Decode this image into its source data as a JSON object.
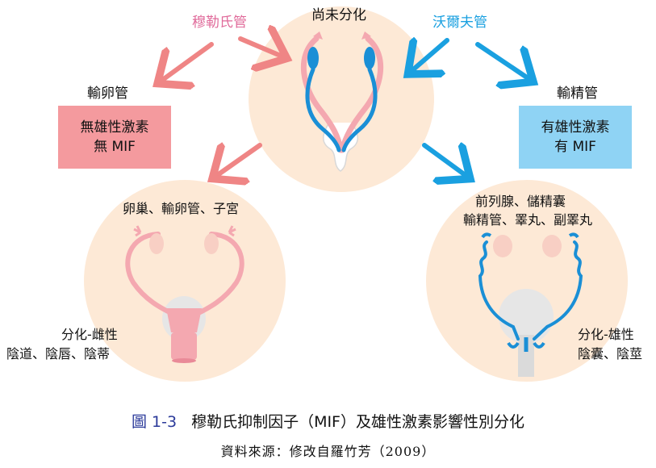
{
  "top": {
    "undiff_label": "尚未分化",
    "mullerian_label": "穆勒氏管",
    "wolffian_label": "沃爾夫管"
  },
  "left": {
    "duct_label": "輸卵管",
    "box_line1": "無雄性激素",
    "box_line2": "無 MIF",
    "organs_label": "卵巢、輸卵管、子宮",
    "diff_label": "分化-雌性",
    "external_label": "陰道、陰唇、陰蒂"
  },
  "right": {
    "duct_label": "輸精管",
    "box_line1": "有雄性激素",
    "box_line2": "有 MIF",
    "organs_line1": "前列腺、儲精囊",
    "organs_line2": "輸精管、睪丸、副睪丸",
    "diff_label": "分化-雄性",
    "external_label": "陰囊、陰莖"
  },
  "caption": {
    "number": "圖 1-3",
    "text": "穆勒氏抑制因子（MIF）及雄性激素影響性別分化"
  },
  "source": "資料來源：修改自羅竹芳（2009）",
  "colors": {
    "circle_fill": "#fde9d6",
    "pink_duct": "#f4a8b0",
    "pink_arrow": "#ef8585",
    "blue_duct": "#1a8fd6",
    "blue_arrow": "#1aa0e0",
    "female_box": "#f49a9e",
    "male_box": "#8fd3f4",
    "mullerian_text": "#e06a9a",
    "wolffian_text": "#1aa0e0"
  }
}
